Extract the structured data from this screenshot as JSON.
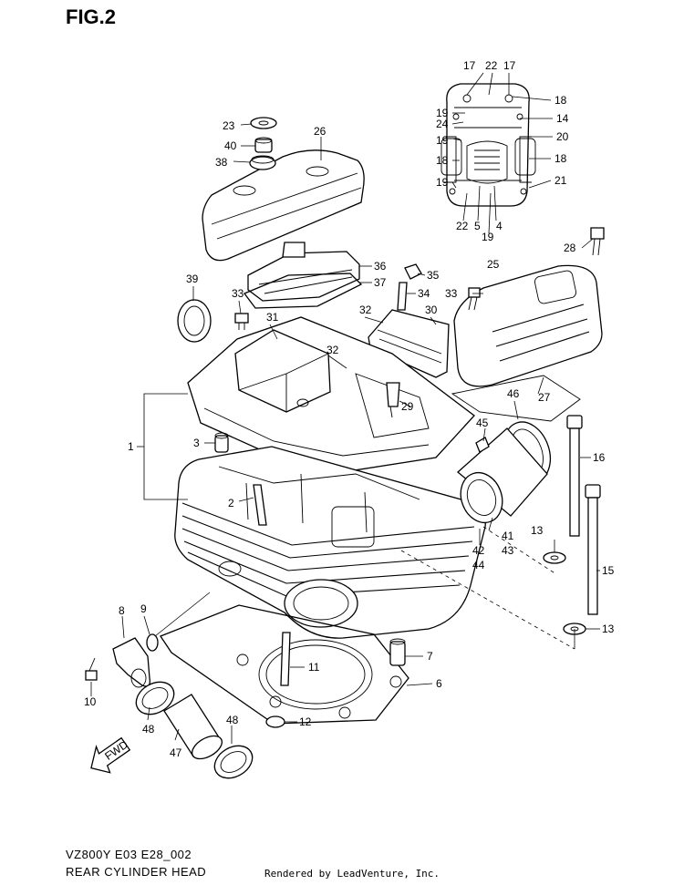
{
  "figure": {
    "title": "FIG.2",
    "model_code": "VZ800Y E03 E28_002",
    "name": "REAR CYLINDER HEAD",
    "rendered_by": "Rendered by LeadVenture, Inc.",
    "fwd_label": "FWD"
  },
  "callouts": [
    {
      "id": "c17a",
      "text": "17"
    },
    {
      "id": "c22a",
      "text": "22"
    },
    {
      "id": "c17b",
      "text": "17"
    },
    {
      "id": "c19a",
      "text": "19"
    },
    {
      "id": "c18a",
      "text": "18"
    },
    {
      "id": "c24",
      "text": "24"
    },
    {
      "id": "c14",
      "text": "14"
    },
    {
      "id": "c19b",
      "text": "19"
    },
    {
      "id": "c20",
      "text": "20"
    },
    {
      "id": "c18b",
      "text": "18"
    },
    {
      "id": "c18c",
      "text": "18"
    },
    {
      "id": "c19c",
      "text": "19"
    },
    {
      "id": "c21",
      "text": "21"
    },
    {
      "id": "c22b",
      "text": "22"
    },
    {
      "id": "c5",
      "text": "5"
    },
    {
      "id": "c4",
      "text": "4"
    },
    {
      "id": "c19d",
      "text": "19"
    },
    {
      "id": "c23",
      "text": "23"
    },
    {
      "id": "c26",
      "text": "26"
    },
    {
      "id": "c40",
      "text": "40"
    },
    {
      "id": "c38",
      "text": "38"
    },
    {
      "id": "c28",
      "text": "28"
    },
    {
      "id": "c36",
      "text": "36"
    },
    {
      "id": "c25",
      "text": "25"
    },
    {
      "id": "c35",
      "text": "35"
    },
    {
      "id": "c37",
      "text": "37"
    },
    {
      "id": "c39",
      "text": "39"
    },
    {
      "id": "c33a",
      "text": "33"
    },
    {
      "id": "c34",
      "text": "34"
    },
    {
      "id": "c33b",
      "text": "33"
    },
    {
      "id": "c32a",
      "text": "32"
    },
    {
      "id": "c30",
      "text": "30"
    },
    {
      "id": "c31",
      "text": "31"
    },
    {
      "id": "c32b",
      "text": "32"
    },
    {
      "id": "c29",
      "text": "29"
    },
    {
      "id": "c27",
      "text": "27"
    },
    {
      "id": "c45",
      "text": "45"
    },
    {
      "id": "c46",
      "text": "46"
    },
    {
      "id": "c1",
      "text": "1"
    },
    {
      "id": "c3",
      "text": "3"
    },
    {
      "id": "c16",
      "text": "16"
    },
    {
      "id": "c2",
      "text": "2"
    },
    {
      "id": "c41",
      "text": "41"
    },
    {
      "id": "c42",
      "text": "42"
    },
    {
      "id": "c43",
      "text": "43"
    },
    {
      "id": "c44",
      "text": "44"
    },
    {
      "id": "c13a",
      "text": "13"
    },
    {
      "id": "c15",
      "text": "15"
    },
    {
      "id": "c8",
      "text": "8"
    },
    {
      "id": "c9",
      "text": "9"
    },
    {
      "id": "c13b",
      "text": "13"
    },
    {
      "id": "c7",
      "text": "7"
    },
    {
      "id": "c11",
      "text": "11"
    },
    {
      "id": "c6",
      "text": "6"
    },
    {
      "id": "c10",
      "text": "10"
    },
    {
      "id": "c12",
      "text": "12"
    },
    {
      "id": "c48a",
      "text": "48"
    },
    {
      "id": "c48b",
      "text": "48"
    },
    {
      "id": "c47",
      "text": "47"
    }
  ]
}
